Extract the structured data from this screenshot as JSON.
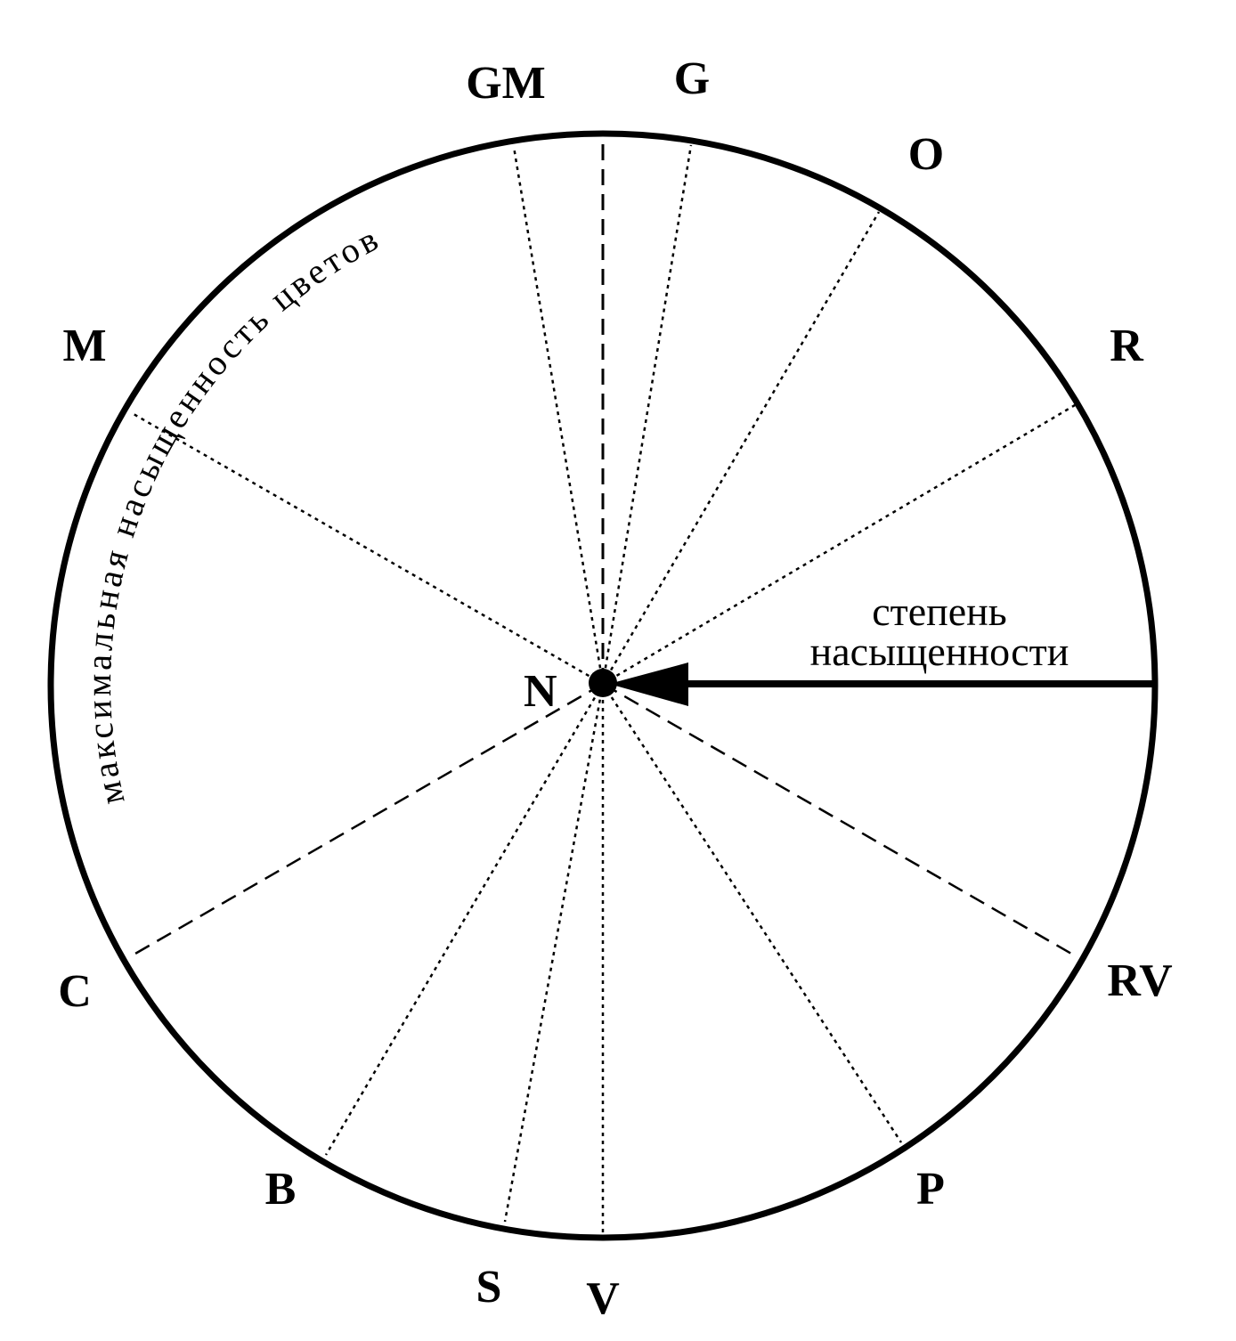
{
  "diagram": {
    "center_label": "N",
    "radius_label_line1": "степень",
    "radius_label_line2": "насыщенности",
    "circumference_label": "максимальная насыщенность цветов",
    "hue_labels": [
      "GM",
      "G",
      "O",
      "R",
      "RV",
      "P",
      "V",
      "S",
      "B",
      "C",
      "M"
    ]
  }
}
